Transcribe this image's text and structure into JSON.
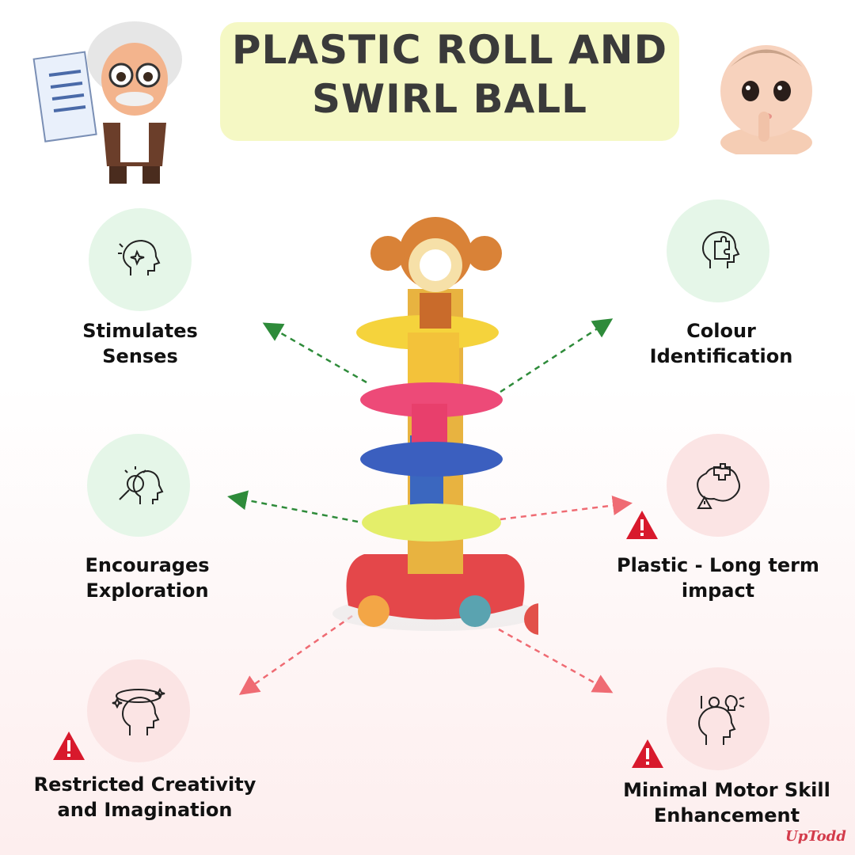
{
  "title": "PLASTIC ROLL AND\nSWIRL BALL",
  "colors": {
    "title_bg": "#f5f8c4",
    "positive_circle": "#e5f6e8",
    "negative_circle": "#fbe4e4",
    "positive_arrow": "#2e8b3a",
    "negative_arrow": "#ef6b73",
    "warning": "#d8192c"
  },
  "benefits": [
    {
      "label": "Stimulates\nSenses",
      "icon": "head-sparkle-icon"
    },
    {
      "label": "Colour\nIdentification",
      "icon": "head-puzzle-icon"
    },
    {
      "label": "Encourages\nExploration",
      "icon": "head-magnifier-icon"
    }
  ],
  "drawbacks": [
    {
      "label": "Plastic - Long term\nimpact",
      "icon": "brain-puzzle-warning-icon"
    },
    {
      "label": "Restricted Creativity\nand Imagination",
      "icon": "head-dizzy-icon"
    },
    {
      "label": "Minimal Motor Skill\nEnhancement",
      "icon": "head-ideas-icon"
    }
  ],
  "logo": {
    "text": "UpTodd"
  }
}
